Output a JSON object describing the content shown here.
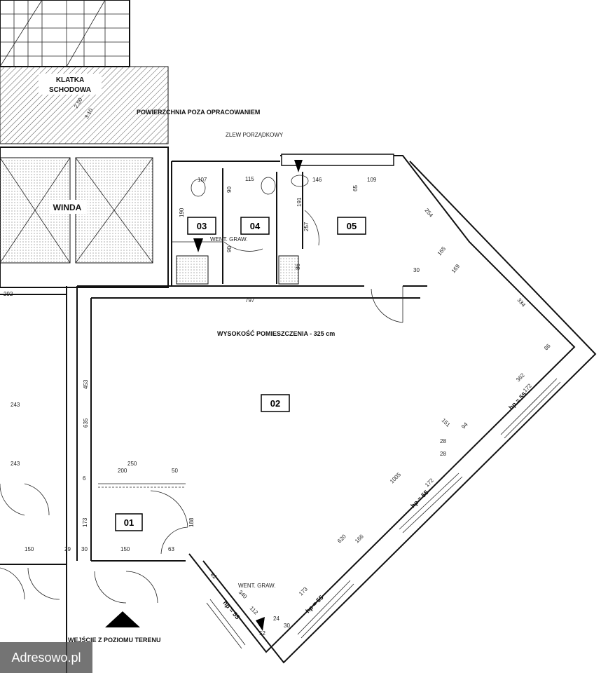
{
  "labels": {
    "stairwell": [
      "KLATKA",
      "SCHODOWA"
    ],
    "area_outside": "POWIERZCHNIA POZA OPRACOWANIEM",
    "sink": "ZLEW PORZĄDKOWY",
    "elevator": "WINDA",
    "vent1": "WENT. GRAW.",
    "vent2": "WENT. GRAW.",
    "height": "WYSOKOŚĆ POMIESZCZENIA - 325 cm",
    "entrance": "WEJŚCIE Z POZIOMU TERENU"
  },
  "rooms": {
    "r01": "01",
    "r02": "02",
    "r03": "03",
    "r04": "04",
    "r05": "05"
  },
  "dimensions": {
    "d107": "107",
    "d115": "115",
    "d146": "146",
    "d109": "109",
    "d90a": "90",
    "d90b": "90",
    "d190": "190",
    "d191": "191",
    "d257": "257",
    "d65": "65",
    "d86": "86",
    "d254": "254",
    "d165": "165",
    "d169": "169",
    "d30a": "30",
    "d797": "797",
    "d334": "334",
    "d292": "292",
    "d453": "453",
    "d635": "635",
    "d243a": "243",
    "d243b": "243",
    "d250": "250",
    "d200": "200",
    "d50": "50",
    "d6": "6",
    "d173a": "173",
    "d188": "188",
    "d150a": "150",
    "d150b": "150",
    "d29": "29",
    "d30b": "30",
    "d63": "63",
    "d362": "362",
    "d172a": "172",
    "d86b": "86",
    "d151": "151",
    "d94": "94",
    "d28a": "28",
    "d28b": "28",
    "d1005": "1005",
    "d172b": "172",
    "d620": "620",
    "d166": "166",
    "d173b": "173",
    "d82": "82",
    "d340": "340",
    "d112": "112",
    "d24": "24",
    "d30c": "30",
    "d52": "52",
    "d250b": "2.50",
    "d310": "3.10"
  },
  "hp": {
    "hp1": "hp = 55",
    "hp2": "hp = 55",
    "hp3": "hp = 55",
    "hp4": "hp = 55"
  },
  "watermark": "Adresowo.pl"
}
